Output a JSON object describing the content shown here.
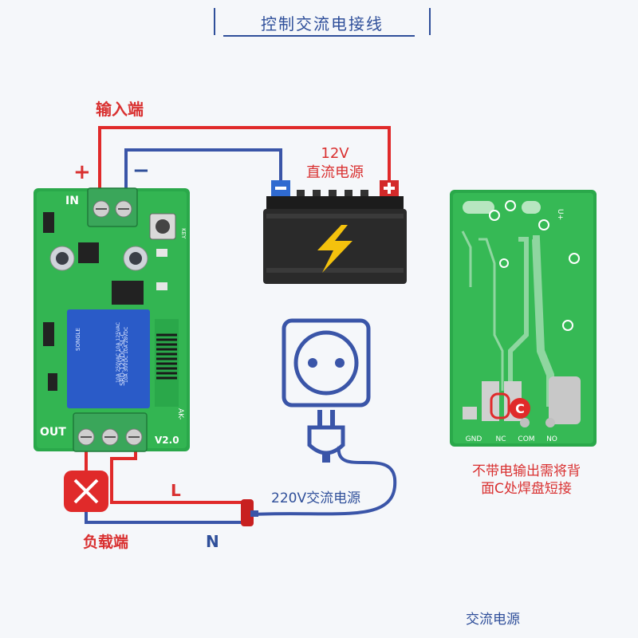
{
  "title": "控制交流电接线",
  "labels": {
    "input": "输入端",
    "plus": "+",
    "minus": "−",
    "dc_voltage": "12V",
    "dc_source": "直流电源",
    "ac_source": "220V交流电源",
    "load": "负载端",
    "L": "L",
    "N": "N",
    "caption_line1": "不带电输出需将背",
    "caption_line2": "面C处焊盘短接",
    "c_marker": "C",
    "footer": "交流电源"
  },
  "board_front": {
    "in_label": "IN",
    "out_label": "OUT",
    "version": "V2.0",
    "relay_brand": "SONGLE",
    "relay_model": "SRD-12VDC-SL-C",
    "relay_specs": [
      "10A 250VAC  10A 125VAC",
      "10A 30VDC   10A 28VDC"
    ],
    "key_label": "KEY",
    "ak_label": "AK-"
  },
  "board_back": {
    "pins": [
      "GND",
      "NC",
      "COM",
      "NO"
    ],
    "top_label": "U+"
  },
  "colors": {
    "wire_red": "#e02a2a",
    "wire_blue": "#3a55a8",
    "pcb_green": "#2db34a",
    "terminal_green": "#3aa65a",
    "accent_text": "#2f4f9a"
  }
}
